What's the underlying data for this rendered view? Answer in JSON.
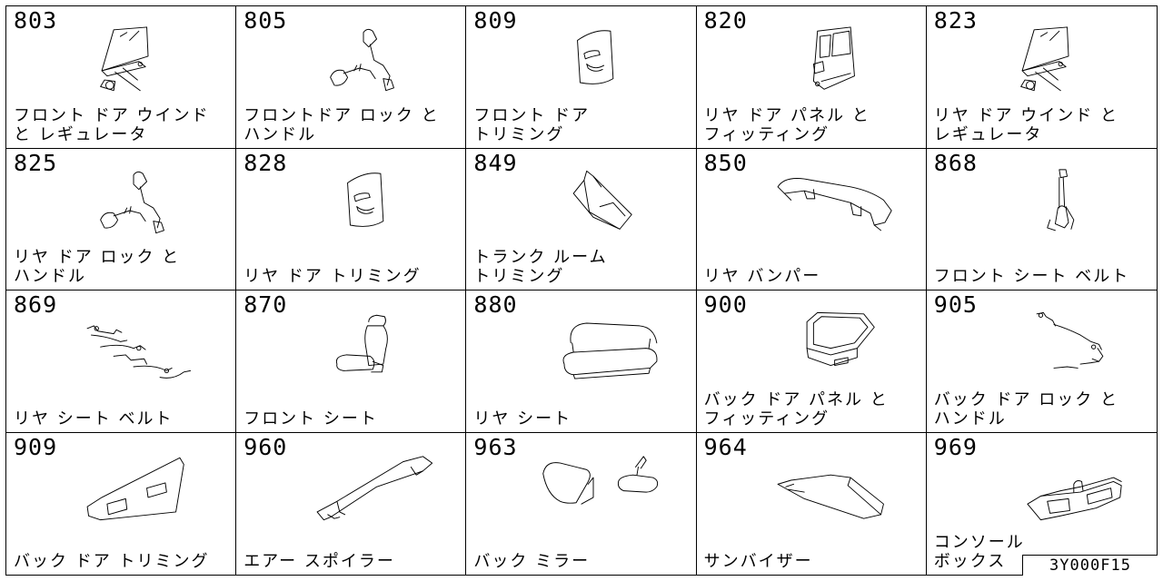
{
  "diagram_code": "3Y000F15",
  "parts": [
    {
      "code": "803",
      "label": "フロント ドア ウインド\nと レギュレータ",
      "icon": "window-regulator-icon"
    },
    {
      "code": "805",
      "label": "フロントドア ロック と\nハンドル",
      "icon": "door-lock-handle-icon"
    },
    {
      "code": "809",
      "label": "フロント ドア\nトリミング",
      "icon": "door-trim-panel-icon"
    },
    {
      "code": "820",
      "label": "リヤ ドア パネル と\nフィッティング",
      "icon": "door-panel-icon"
    },
    {
      "code": "823",
      "label": "リヤ ドア ウインド と\nレギュレータ",
      "icon": "window-regulator-icon"
    },
    {
      "code": "825",
      "label": "リヤ ドア ロック と\nハンドル",
      "icon": "door-lock-handle-icon"
    },
    {
      "code": "828",
      "label": "リヤ ドア トリミング",
      "icon": "door-trim-panel-icon"
    },
    {
      "code": "849",
      "label": "トランク ルーム\nトリミング",
      "icon": "trunk-trim-icon"
    },
    {
      "code": "850",
      "label": "リヤ バンパー",
      "icon": "rear-bumper-icon"
    },
    {
      "code": "868",
      "label": "フロント シート ベルト",
      "icon": "seat-belt-icon"
    },
    {
      "code": "869",
      "label": "リヤ シート ベルト",
      "icon": "rear-seat-belt-icon"
    },
    {
      "code": "870",
      "label": "フロント シート",
      "icon": "front-seat-icon"
    },
    {
      "code": "880",
      "label": "リヤ シート",
      "icon": "rear-seat-icon"
    },
    {
      "code": "900",
      "label": "バック ドア パネル と\nフィッティング",
      "icon": "back-door-panel-icon"
    },
    {
      "code": "905",
      "label": "バック ドア ロック と\nハンドル",
      "icon": "back-door-lock-icon"
    },
    {
      "code": "909",
      "label": "バック ドア トリミング",
      "icon": "back-door-trim-icon"
    },
    {
      "code": "960",
      "label": "エアー スポイラー",
      "icon": "spoiler-icon"
    },
    {
      "code": "963",
      "label": "バック ミラー",
      "icon": "mirror-icon"
    },
    {
      "code": "964",
      "label": "サンバイザー",
      "icon": "sun-visor-icon"
    },
    {
      "code": "969",
      "label": "コンソール\nボックス",
      "icon": "console-box-icon"
    }
  ]
}
